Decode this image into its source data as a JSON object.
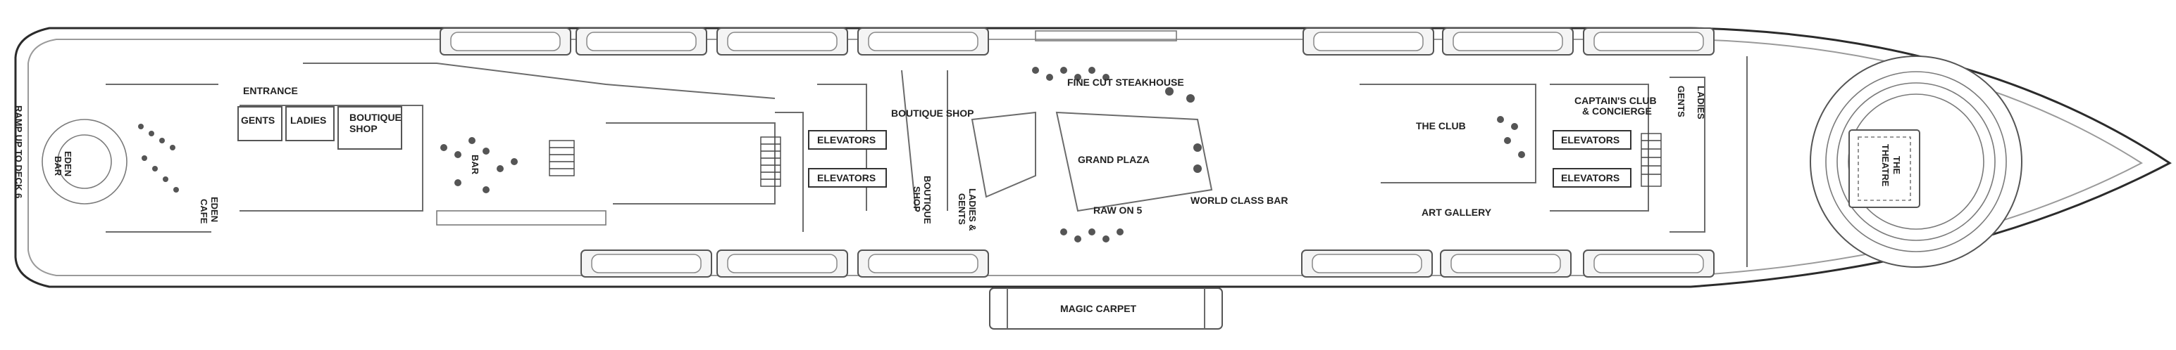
{
  "deck_plan": {
    "labels": {
      "entrance": "ENTRANCE",
      "gents_aft": "GENTS",
      "ladies_aft": "LADIES",
      "boutique_shop_1": "BOUTIQUE",
      "boutique_shop_2": "SHOP",
      "ramp": "RAMP UP TO DECK 6",
      "eden_bar_1": "EDEN",
      "eden_bar_2": "BAR",
      "eden_cafe_1": "EDEN",
      "eden_cafe_2": "CAFE",
      "bar_vertical": "BAR",
      "boutique_shop_mid": "BOUTIQUE SHOP",
      "fine_cut": "FINE CUT STEAKHOUSE",
      "elevators_mid_1": "ELEVATORS",
      "elevators_mid_2": "ELEVATORS",
      "boutique_shop_v1": "BOUTIQUE",
      "boutique_shop_v2": "SHOP",
      "ladies_gents_v1": "LADIES &",
      "ladies_gents_v2": "GENTS",
      "grand_plaza": "GRAND PLAZA",
      "raw_on_5": "RAW ON 5",
      "world_class_bar": "WORLD CLASS BAR",
      "magic_carpet": "MAGIC CARPET",
      "the_club": "THE CLUB",
      "art_gallery": "ART GALLERY",
      "captains_club_1": "CAPTAIN'S CLUB",
      "captains_club_2": "& CONCIERGE",
      "elevators_fwd_1": "ELEVATORS",
      "elevators_fwd_2": "ELEVATORS",
      "gents_fwd": "GENTS",
      "ladies_fwd": "LADIES",
      "theatre_1": "THE",
      "theatre_2": "THEATRE"
    }
  }
}
